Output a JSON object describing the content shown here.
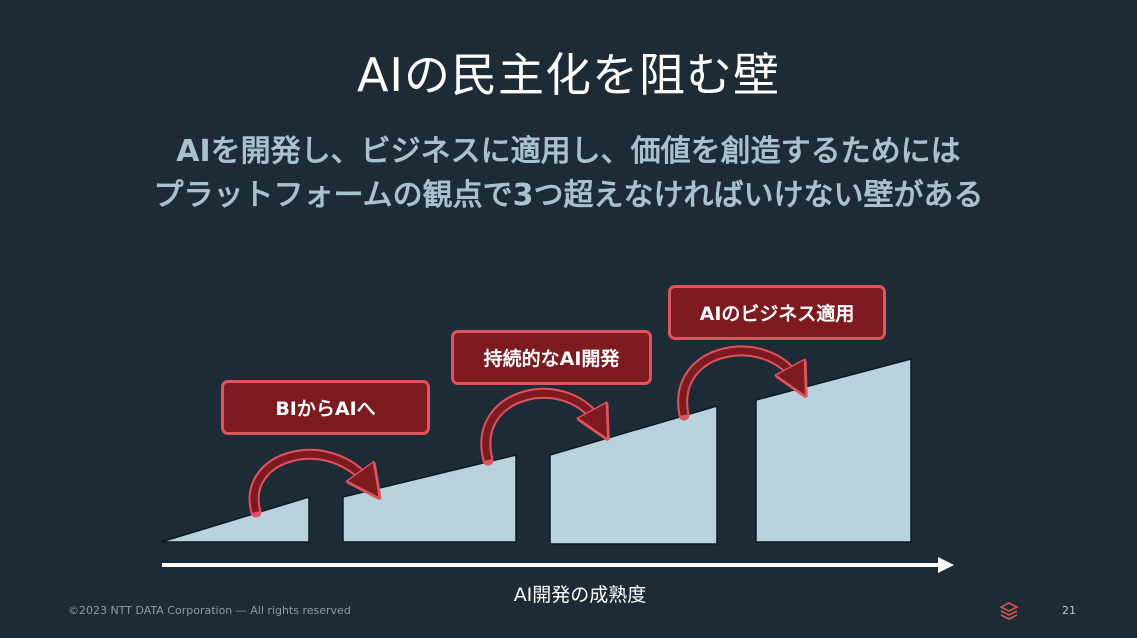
{
  "slide": {
    "title": "AIの民主化を阻む壁",
    "subtitle_line1": "AIを開発し、ビジネスに適用し、価値を創造するためには",
    "subtitle_line2": "プラットフォームの観点で3つ超えなければいけない壁がある"
  },
  "diagram": {
    "barriers": [
      {
        "label": "BIからAIへ"
      },
      {
        "label": "持続的なAI開発"
      },
      {
        "label": "AIのビジネス適用"
      }
    ],
    "axis_label": "AI開発の成熟度",
    "colors": {
      "step_fill": "#b9d3de",
      "label_fill": "#7c1a1f",
      "label_border": "#e0525c",
      "arrow": "#7c1a1f",
      "axis": "#ffffff"
    }
  },
  "footer": {
    "copyright": "©2023 NTT DATA Corporation — All rights reserved",
    "page_number": "21",
    "logo_icon": "stacked-layers-icon"
  }
}
